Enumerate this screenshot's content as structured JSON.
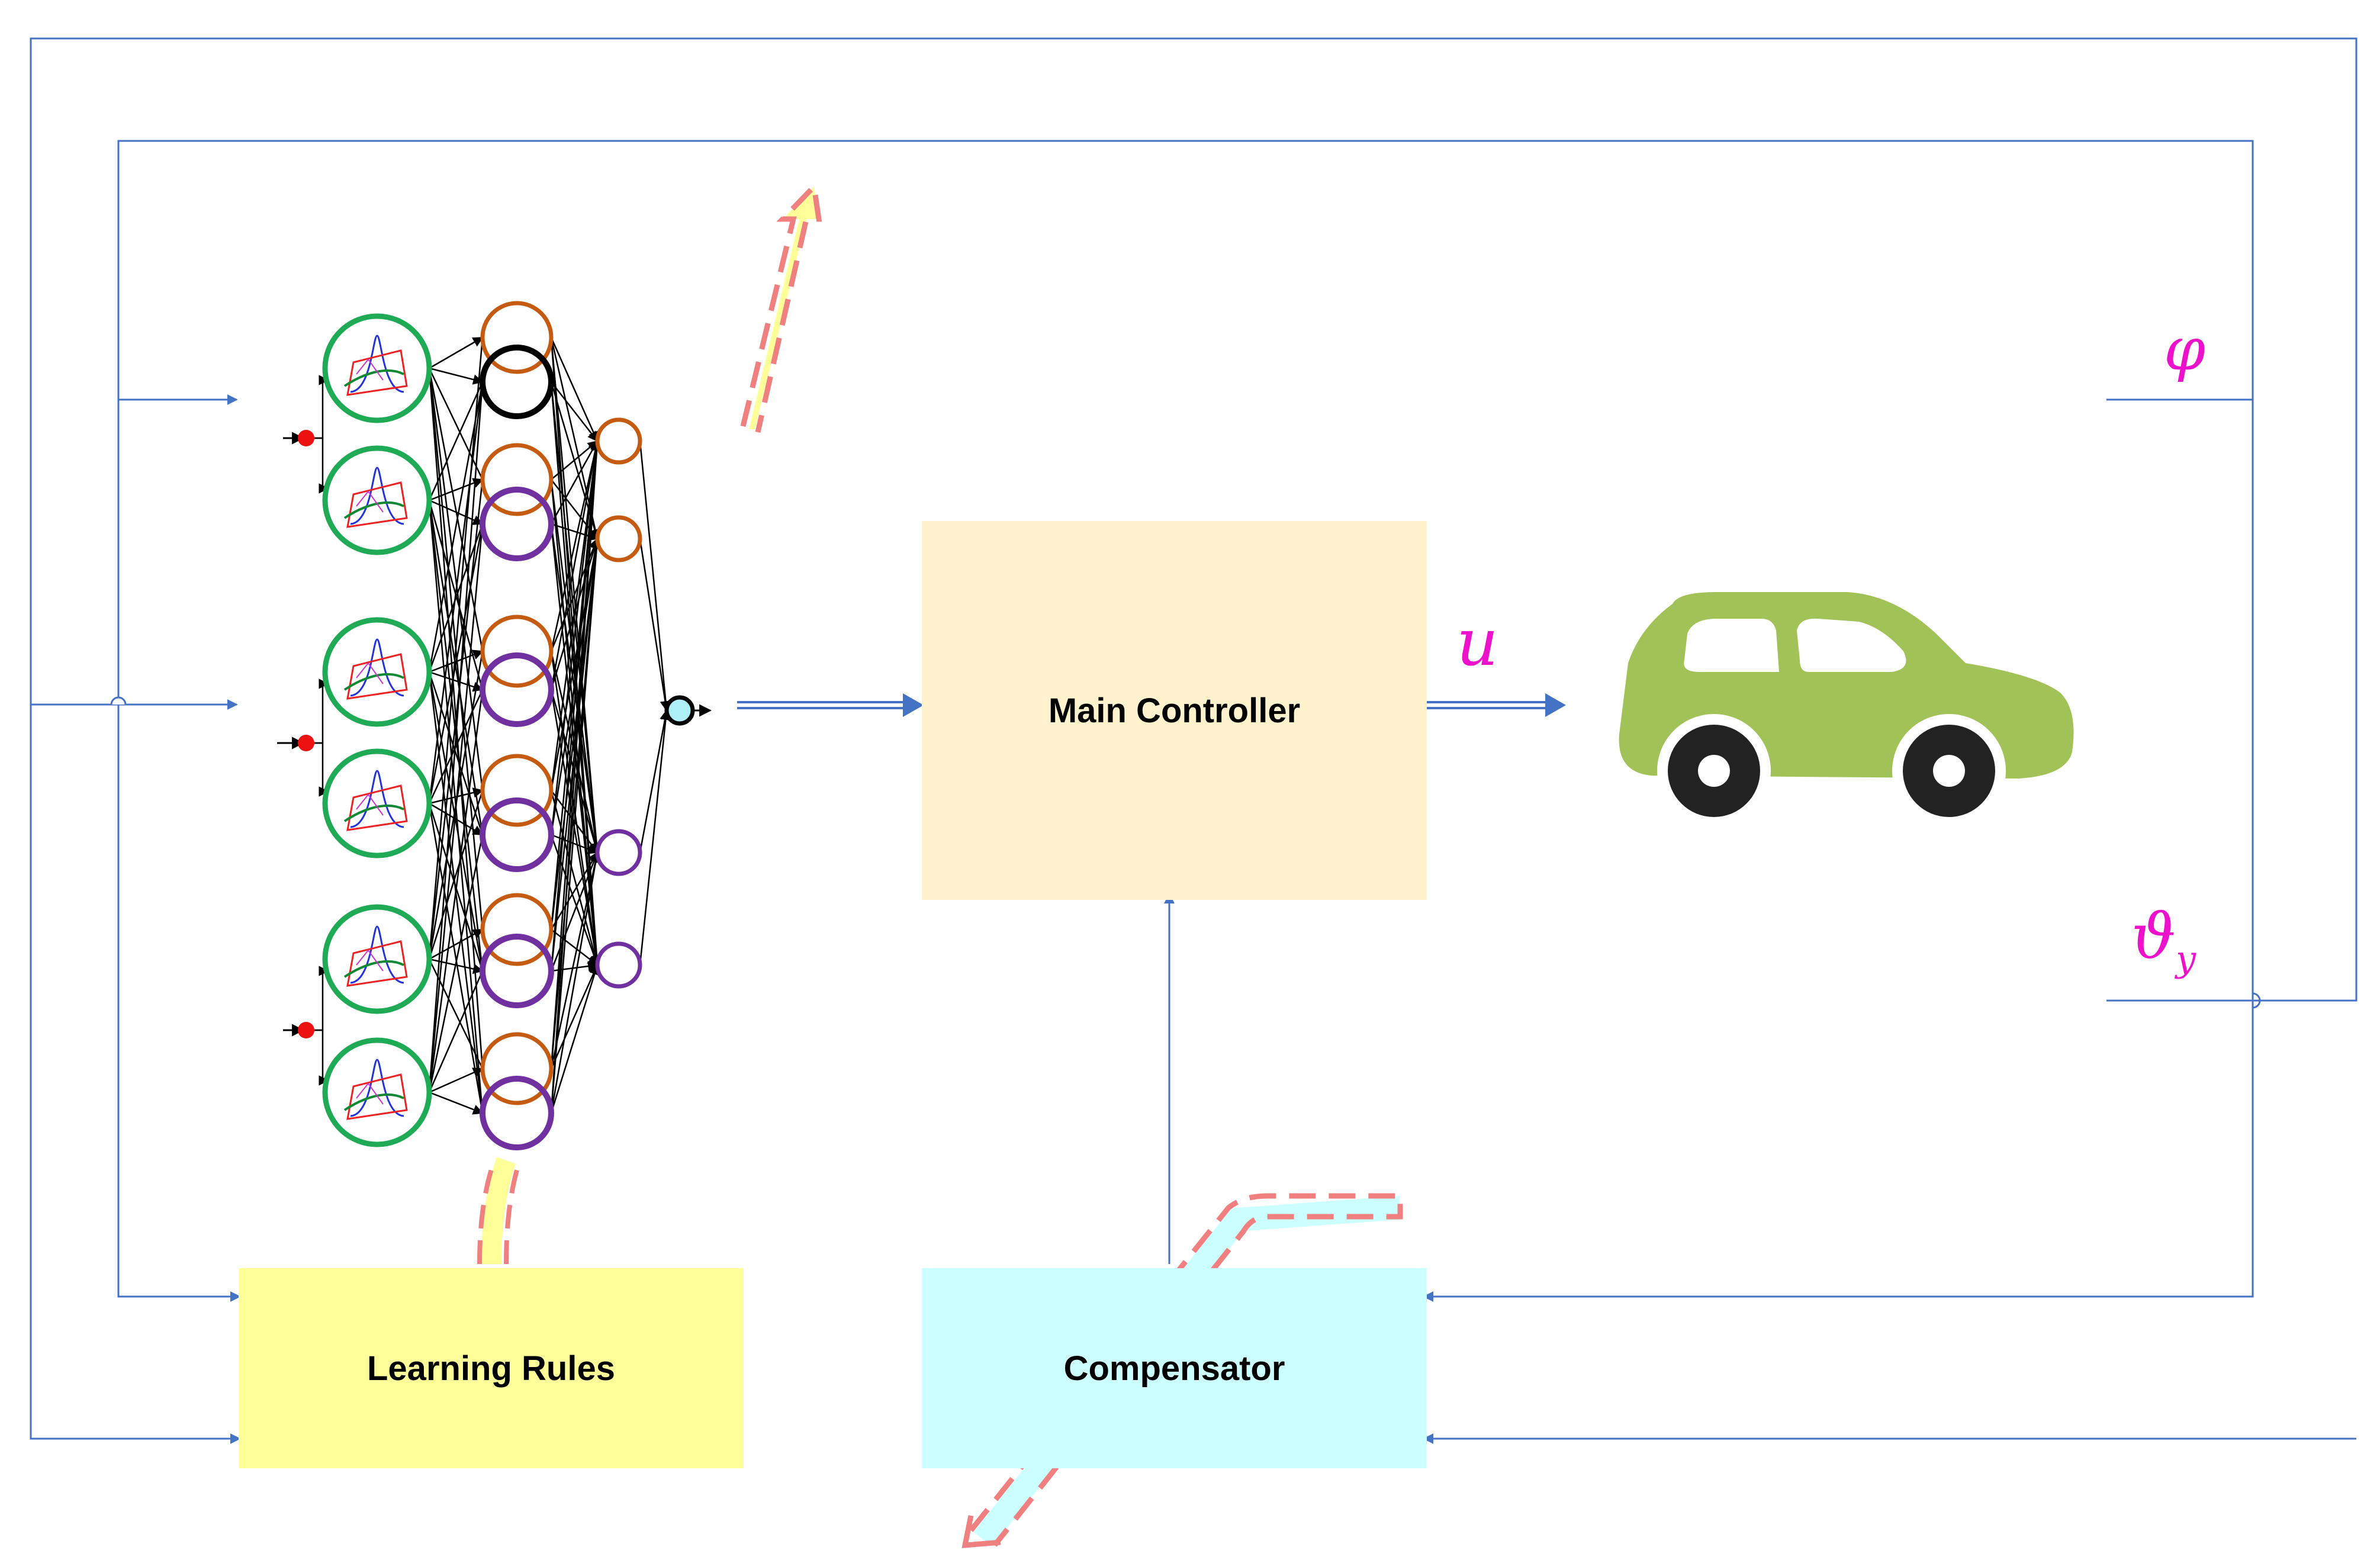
{
  "blocks": {
    "main_controller": "Main Controller",
    "learning_rules": "Learning Rules",
    "compensator": "Compensator"
  },
  "signals": {
    "control": "u",
    "phi": "φ",
    "theta": "ϑ",
    "theta_sub": "y"
  },
  "colors": {
    "line": "#4472c4",
    "controller_fill": "#fff2cc",
    "learning_fill": "#ffff99",
    "compensator_fill": "#ccffff",
    "symbol": "#ee11cc",
    "fuzzy_ring": "#1faa55",
    "orange_node": "#c55a11",
    "purple_node": "#7030a0",
    "car_body": "#a1c256",
    "wheel": "#222222",
    "dash": "#f08080"
  }
}
